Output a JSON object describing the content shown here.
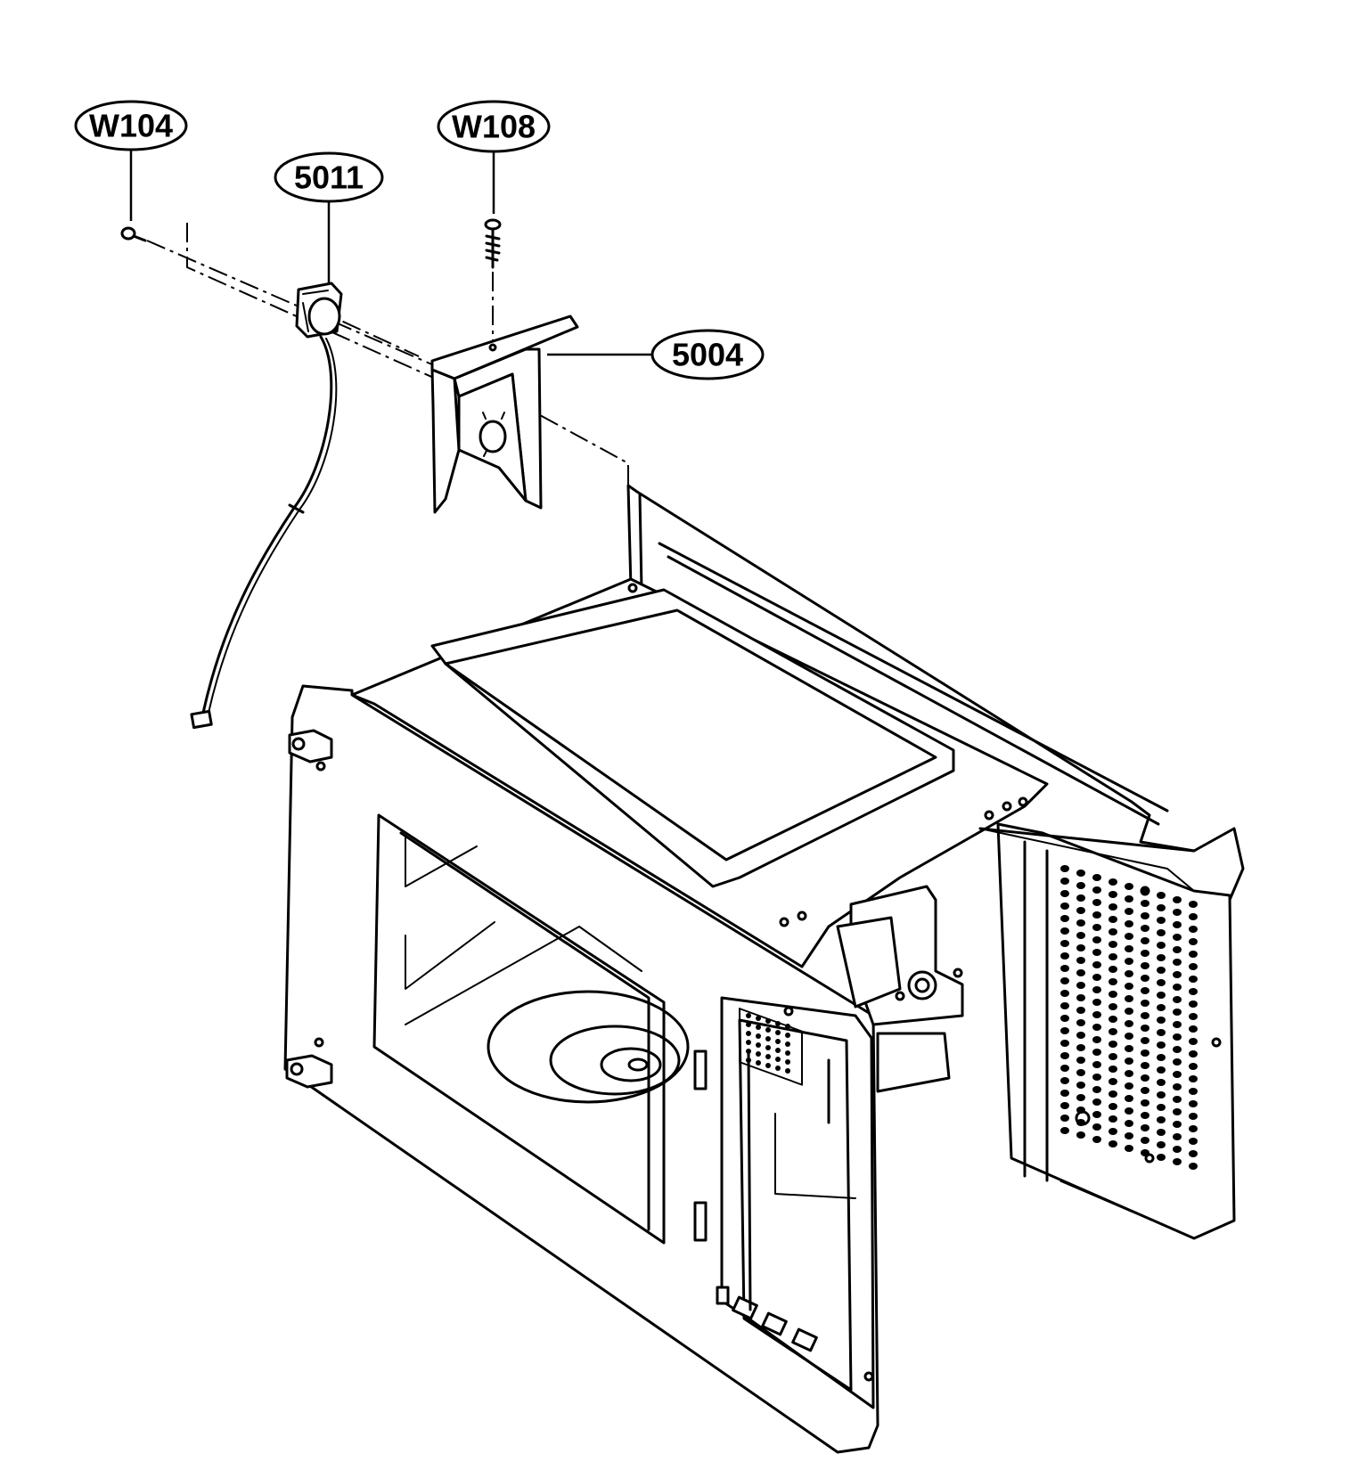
{
  "callouts": {
    "w104": "W104",
    "w5011": "5011",
    "w108": "W108",
    "w5004": "5004"
  },
  "colors": {
    "ink": "#000000",
    "background": "#ffffff"
  }
}
